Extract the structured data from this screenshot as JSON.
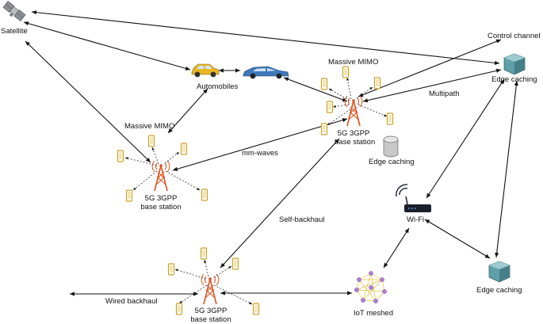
{
  "labels": {
    "satellite": "Satellite",
    "automobiles": "Automobiles",
    "control_channel": "Control channel",
    "edge_caching_top": "Edge caching",
    "multipath": "Multipath",
    "massive_mimo_center": "Massive MIMO",
    "massive_mimo_left": "Massive MIMO",
    "bs_center_line1": "5G 3GPP",
    "bs_center_line2": "base station",
    "bs_left_line1": "5G 3GPP",
    "bs_left_line2": "base station",
    "bs_bottom_line1": "5G 3GPP",
    "bs_bottom_line2": "base station",
    "mm_waves": "mm-waves",
    "edge_caching_center": "Edge caching",
    "self_backhaul": "Self-backhaul",
    "wifi": "Wi-Fi",
    "wired_backhaul": "Wired backhaul",
    "iot_meshed": "IoT meshed",
    "edge_caching_bottom": "Edge caching"
  },
  "colors": {
    "tower": "#e0521f",
    "phone": "#c9a227",
    "cube": "#5f9fa8",
    "car_yellow": "#e8b622",
    "car_blue": "#3f78bd",
    "iot_node": "#b07fd6"
  }
}
